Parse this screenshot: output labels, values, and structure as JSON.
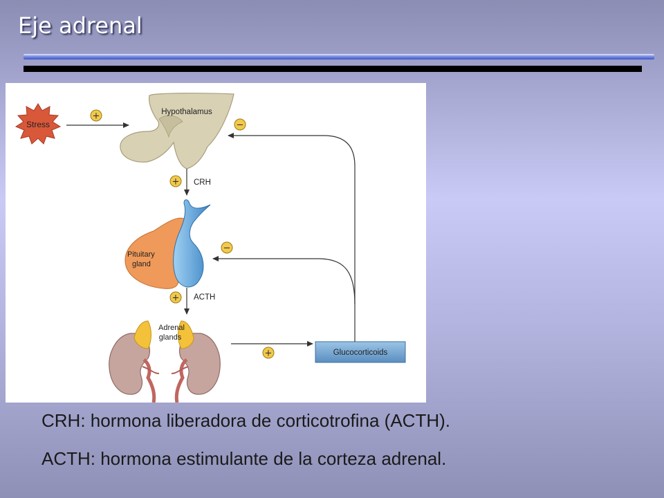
{
  "slide": {
    "title": "Eje adrenal"
  },
  "diagram": {
    "stress": "Stress",
    "hypothalamus": "Hypothalamus",
    "crh": "CRH",
    "pituitary_line1": "Pituitary",
    "pituitary_line2": "gland",
    "acth": "ACTH",
    "adrenal_line1": "Adrenal",
    "adrenal_line2": "glands",
    "glucocorticoids": "Glucocorticoids",
    "plus": "+",
    "minus": "−"
  },
  "captions": {
    "crh_definition": "CRH: hormona liberadora de corticotrofina (ACTH).",
    "acth_definition": "ACTH: hormona estimulante de la corteza adrenal."
  },
  "colors": {
    "stress_fill": "#d9583a",
    "sign_fill": "#f2c94c",
    "hypothalamus_fill": "#d8d1b4",
    "pituitary_anterior": "#ef9a5a",
    "pituitary_posterior": "#5b9fd6",
    "adrenal_fill": "#f3c23a",
    "kidney_fill": "#c7a59f",
    "glucocorticoid_box": "#6d9fcc"
  }
}
